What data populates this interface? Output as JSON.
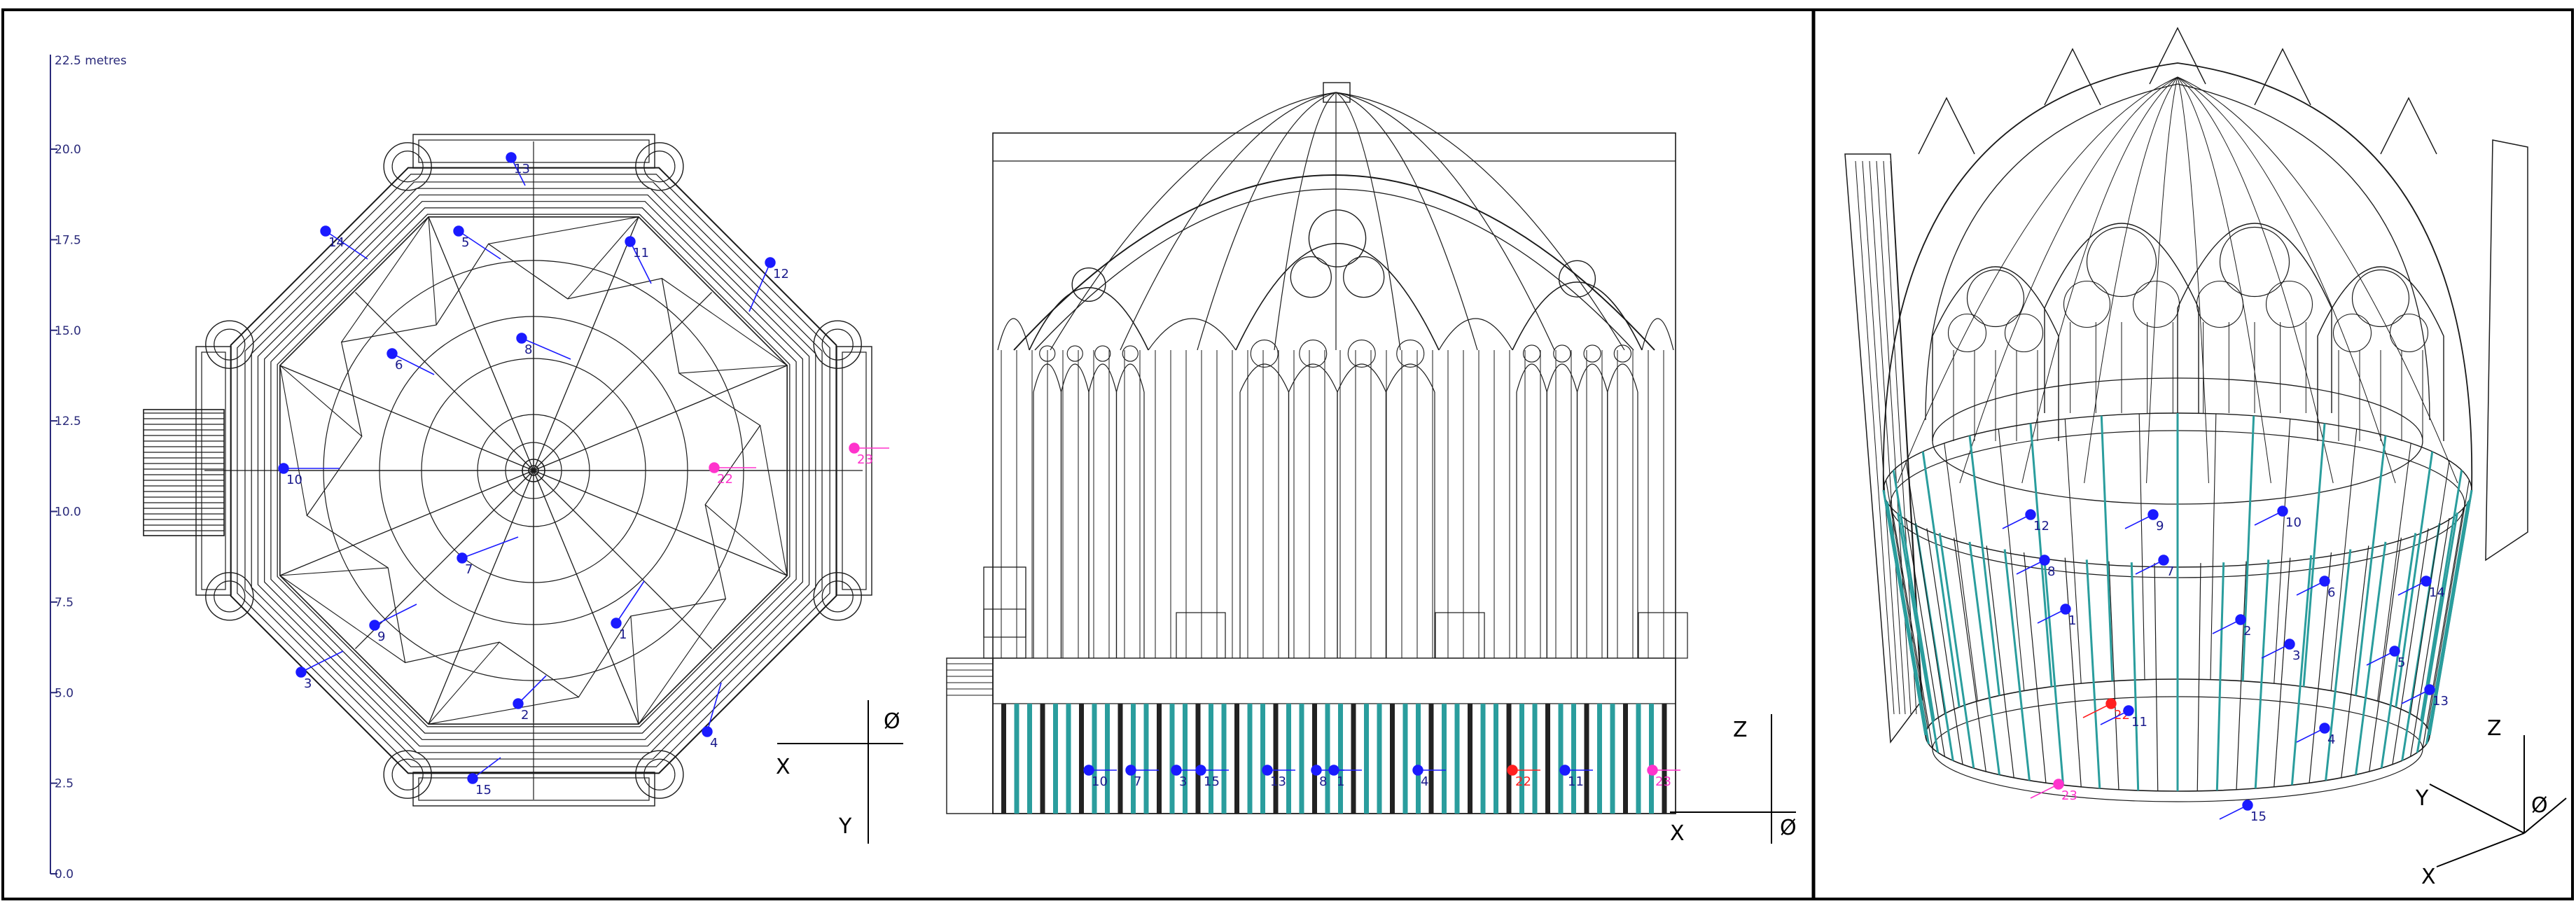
{
  "colors": {
    "line": "#1a1a1a",
    "sensor": "#1a1aff",
    "sensor_label": "#1a1a8c",
    "special_pink": "#ff33cc",
    "special_red": "#ff2020",
    "cyan": "#2a9d9d",
    "ruler": "#2a2a7a",
    "frame": "#000000"
  },
  "ruler": {
    "unit_label": "22.5 metres",
    "ticks": [
      "20.0",
      "17.5",
      "15.0",
      "12.5",
      "10.0",
      "7.5",
      "5.0",
      "2.5",
      "0.0"
    ]
  },
  "plan_view": {
    "axes": {
      "horizontal": "X",
      "vertical": "Y",
      "origin": "Ø"
    },
    "sensors": [
      {
        "label": "1",
        "color": "sensor"
      },
      {
        "label": "2",
        "color": "sensor"
      },
      {
        "label": "3",
        "color": "sensor"
      },
      {
        "label": "4",
        "color": "sensor"
      },
      {
        "label": "5",
        "color": "sensor"
      },
      {
        "label": "6",
        "color": "sensor"
      },
      {
        "label": "7",
        "color": "sensor"
      },
      {
        "label": "8",
        "color": "sensor"
      },
      {
        "label": "9",
        "color": "sensor"
      },
      {
        "label": "10",
        "color": "sensor"
      },
      {
        "label": "11",
        "color": "sensor"
      },
      {
        "label": "12",
        "color": "sensor"
      },
      {
        "label": "13",
        "color": "sensor"
      },
      {
        "label": "14",
        "color": "sensor"
      },
      {
        "label": "15",
        "color": "sensor"
      },
      {
        "label": "22",
        "color": "special_pink"
      },
      {
        "label": "23",
        "color": "special_pink"
      }
    ]
  },
  "elevation_view": {
    "axes": {
      "horizontal": "X",
      "vertical": "Z",
      "origin": "Ø"
    },
    "sensor_labels": [
      "10",
      "7",
      "3",
      "15",
      "13",
      "8",
      "1",
      "4",
      "22",
      "11",
      "23"
    ]
  },
  "perspective_view": {
    "axes": {
      "x": "X",
      "y": "Y",
      "z": "Z",
      "origin": "Ø"
    },
    "sensor_labels": [
      "10",
      "9",
      "7",
      "6",
      "2",
      "3",
      "4",
      "8",
      "1",
      "5",
      "12",
      "14",
      "22",
      "23",
      "15",
      "11",
      "13"
    ]
  }
}
